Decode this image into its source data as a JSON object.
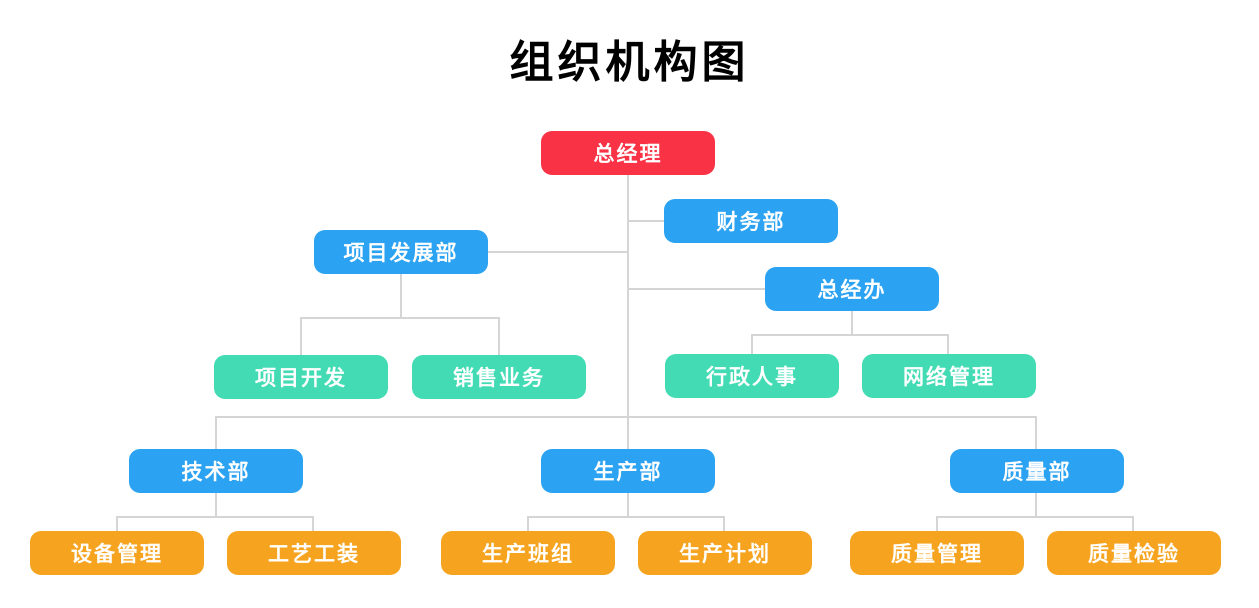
{
  "title": "组织机构图",
  "colors": {
    "root": "#F93245",
    "department": "#2BA2F2",
    "sub_office": "#42DBB4",
    "sub_team": "#F6A41F",
    "connector": "#D5D5D5",
    "node_text": "#FFFFFF",
    "title_text": "#000000",
    "background": "#FFFFFF"
  },
  "nodes": {
    "gm": {
      "label": "总经理",
      "color": "root",
      "children": [
        "finance",
        "projectDept",
        "gmOffice",
        "tech",
        "production",
        "quality"
      ]
    },
    "finance": {
      "label": "财务部",
      "color": "department",
      "children": []
    },
    "projectDept": {
      "label": "项目发展部",
      "color": "department",
      "children": [
        "projectDev",
        "sales"
      ]
    },
    "gmOffice": {
      "label": "总经办",
      "color": "department",
      "children": [
        "adminHr",
        "network"
      ]
    },
    "projectDev": {
      "label": "项目开发",
      "color": "sub_office",
      "children": []
    },
    "sales": {
      "label": "销售业务",
      "color": "sub_office",
      "children": []
    },
    "adminHr": {
      "label": "行政人事",
      "color": "sub_office",
      "children": []
    },
    "network": {
      "label": "网络管理",
      "color": "sub_office",
      "children": []
    },
    "tech": {
      "label": "技术部",
      "color": "department",
      "children": [
        "equipment",
        "tooling"
      ]
    },
    "production": {
      "label": "生产部",
      "color": "department",
      "children": [
        "prodTeam",
        "prodPlan"
      ]
    },
    "quality": {
      "label": "质量部",
      "color": "department",
      "children": [
        "qualityMgmt",
        "qualityInsp"
      ]
    },
    "equipment": {
      "label": "设备管理",
      "color": "sub_team",
      "children": []
    },
    "tooling": {
      "label": "工艺工装",
      "color": "sub_team",
      "children": []
    },
    "prodTeam": {
      "label": "生产班组",
      "color": "sub_team",
      "children": []
    },
    "prodPlan": {
      "label": "生产计划",
      "color": "sub_team",
      "children": []
    },
    "qualityMgmt": {
      "label": "质量管理",
      "color": "sub_team",
      "children": []
    },
    "qualityInsp": {
      "label": "质量检验",
      "color": "sub_team",
      "children": []
    }
  }
}
